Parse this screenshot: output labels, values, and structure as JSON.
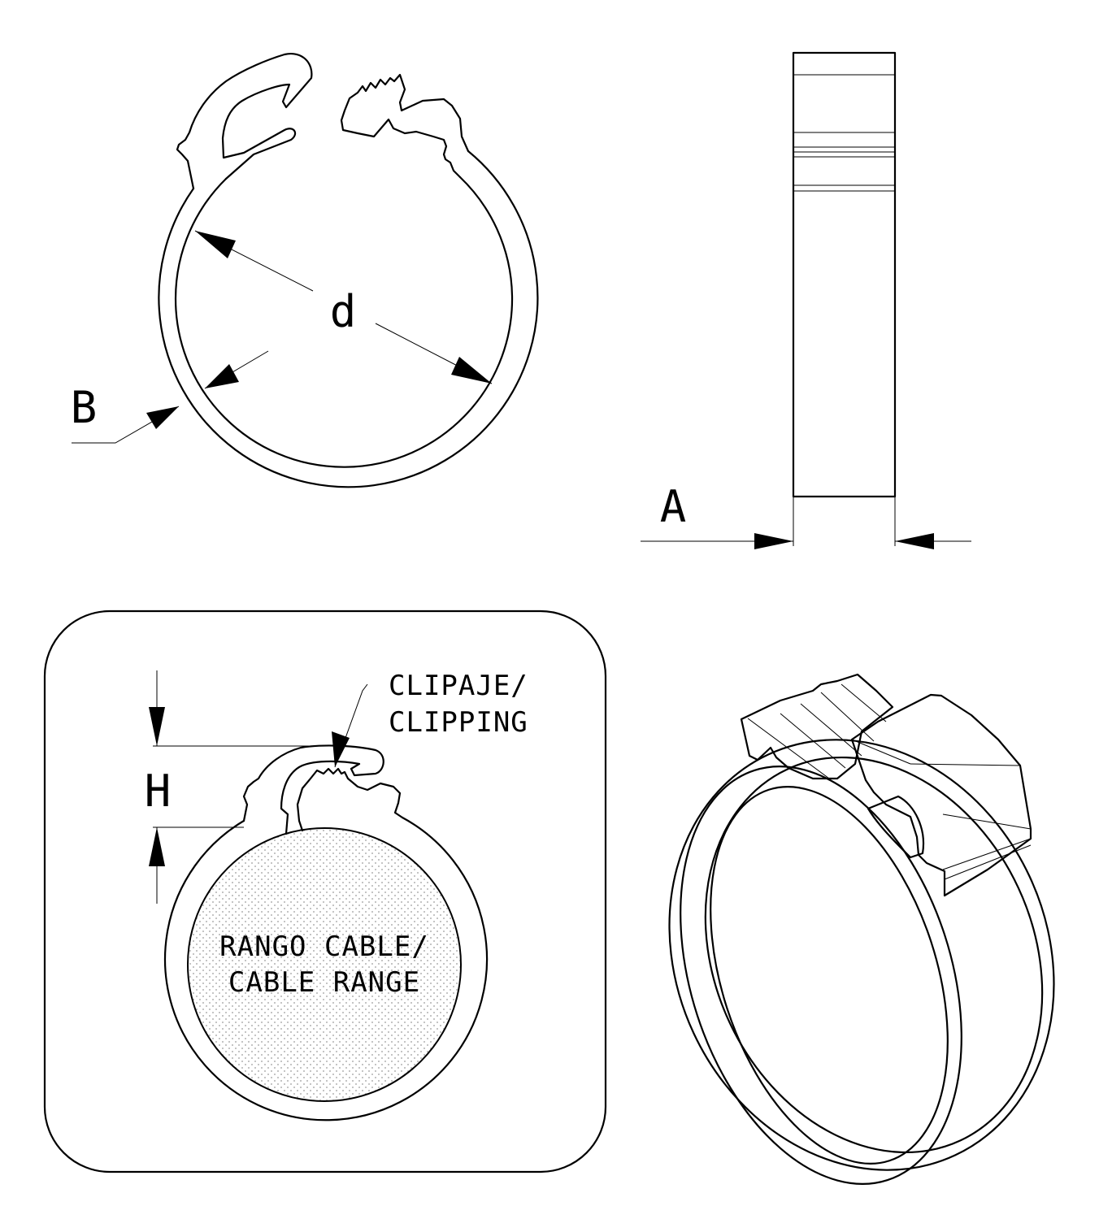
{
  "labels": {
    "diameter": "d",
    "thickness": "B",
    "width": "A",
    "height": "H",
    "clipping_line1": "CLIPAJE/",
    "clipping_line2": "CLIPPING",
    "cable_line1": "RANGO CABLE/",
    "cable_line2": "CABLE RANGE"
  },
  "colors": {
    "line": "#000000",
    "background": "#ffffff",
    "cable_dots": "#9a9a9a"
  }
}
